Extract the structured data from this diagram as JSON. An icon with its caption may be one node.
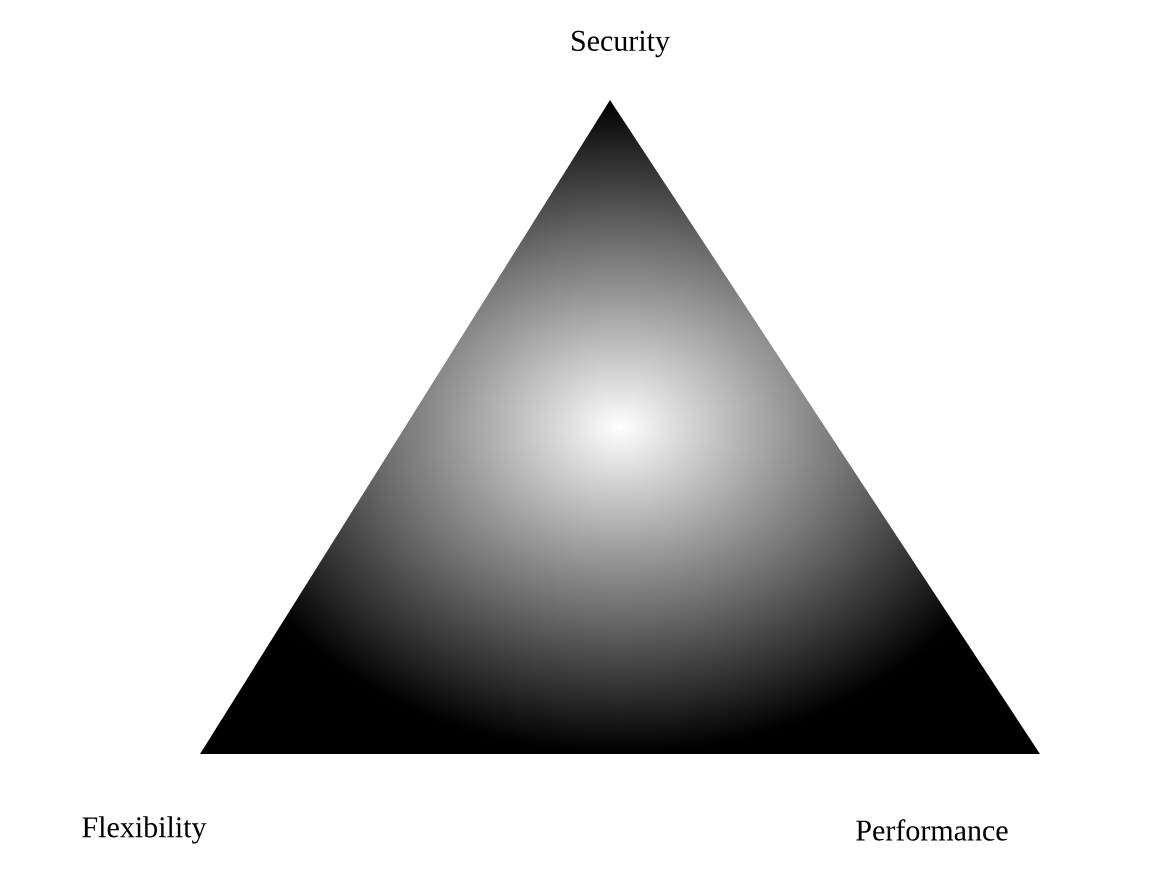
{
  "diagram": {
    "labels": [
      "Security",
      "Flexibility",
      "Performance"
    ]
  }
}
